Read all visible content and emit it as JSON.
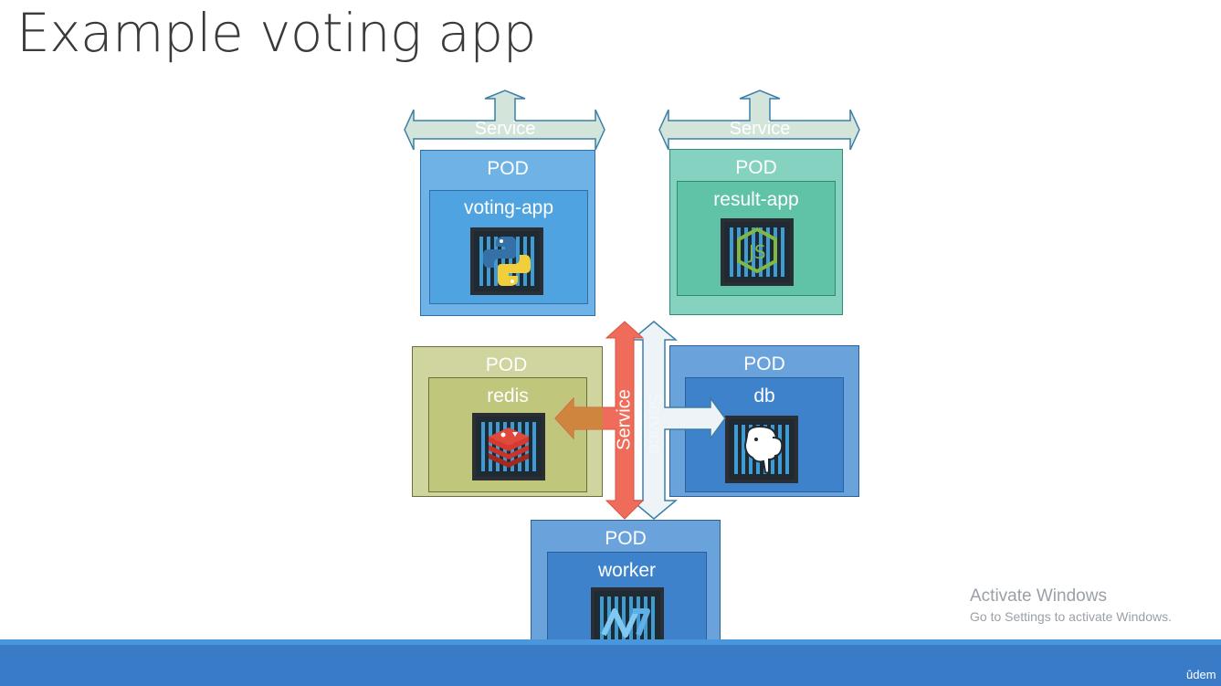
{
  "title": "Example voting app",
  "pods": [
    {
      "id": "voting",
      "pod_label": "POD",
      "app": "voting-app",
      "icon": "python-icon"
    },
    {
      "id": "result",
      "pod_label": "POD",
      "app": "result-app",
      "icon": "nodejs-icon"
    },
    {
      "id": "redis",
      "pod_label": "POD",
      "app": "redis",
      "icon": "redis-icon"
    },
    {
      "id": "db",
      "pod_label": "POD",
      "app": "db",
      "icon": "postgres-icon"
    },
    {
      "id": "worker",
      "pod_label": "POD",
      "app": "worker",
      "icon": "dotnet-icon"
    }
  ],
  "services": {
    "voting": "Service",
    "result": "Service",
    "redis": "Service",
    "db": "Service"
  },
  "watermark": {
    "line1": "Activate Windows",
    "line2": "Go to Settings to activate Windows."
  },
  "brand": "ûdem",
  "colors": {
    "voting_pod": "#6fb3e6",
    "voting_container": "#4ea3e0",
    "result_pod": "#7fd0bd",
    "result_container": "#5ec3a6",
    "redis_pod": "#cfd39c",
    "redis_container": "#bfc57a",
    "db_pod": "#6aa3dc",
    "db_container": "#3f82cc",
    "worker_pod": "#6aa3dc",
    "worker_container": "#3f82cc",
    "service_arrow_green": "#cfe0d6",
    "service_arrow_red": "#f06c5a",
    "bottom_bar": "#3a7bc8"
  }
}
